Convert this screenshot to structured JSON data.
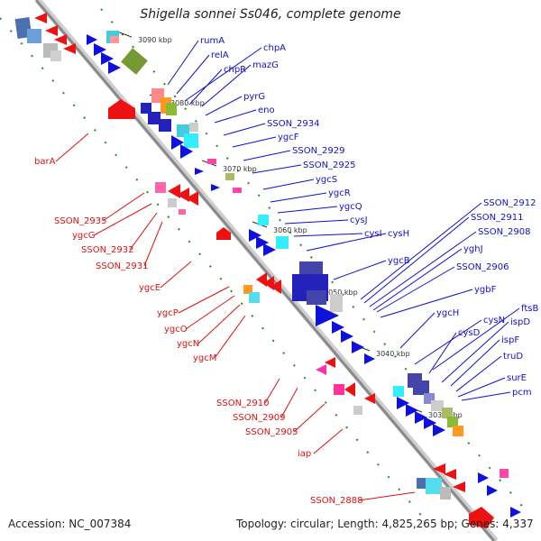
{
  "header": {
    "title": "Shigella sonnei Ss046, complete genome"
  },
  "footer": {
    "accession": "Accession: NC_007384",
    "summary": "Topology: circular; Length: 4,825,265 bp; Genes: 4,337"
  },
  "ticks": [
    "3090 kbp",
    "3080 kbp",
    "3070 kbp",
    "3060 kbp",
    "3050 kbp",
    "3040 kbp",
    "3030 kbp"
  ],
  "genes_right": [
    "rumA",
    "relA",
    "chpA",
    "chpR",
    "mazG",
    "pyrG",
    "eno",
    "SSON_2934",
    "ygcF",
    "SSON_2929",
    "SSON_2925",
    "ygcS",
    "ygcR",
    "ygcQ",
    "cysJ",
    "cysI",
    "cysH",
    "ygcB",
    "SSON_2912",
    "SSON_2911",
    "SSON_2908",
    "yghJ",
    "SSON_2906",
    "ygbF",
    "ygcH",
    "cysN",
    "ftsB",
    "ispD",
    "cysD",
    "ispF",
    "truD",
    "surE",
    "pcm"
  ],
  "genes_left": [
    "barA",
    "SSON_2935",
    "ygcG",
    "SSON_2932",
    "SSON_2931",
    "ygcE",
    "ygcP",
    "ygcO",
    "ygcN",
    "ygcM",
    "SSON_2910",
    "SSON_2909",
    "SSON_2905",
    "iap",
    "SSON_2888"
  ],
  "colors": {
    "forward_label": "#1010cc",
    "reverse_label": "#dd1111",
    "backbone": "#8a8a8a",
    "cds_forward": "#1010dd",
    "cds_reverse": "#ee1111"
  }
}
